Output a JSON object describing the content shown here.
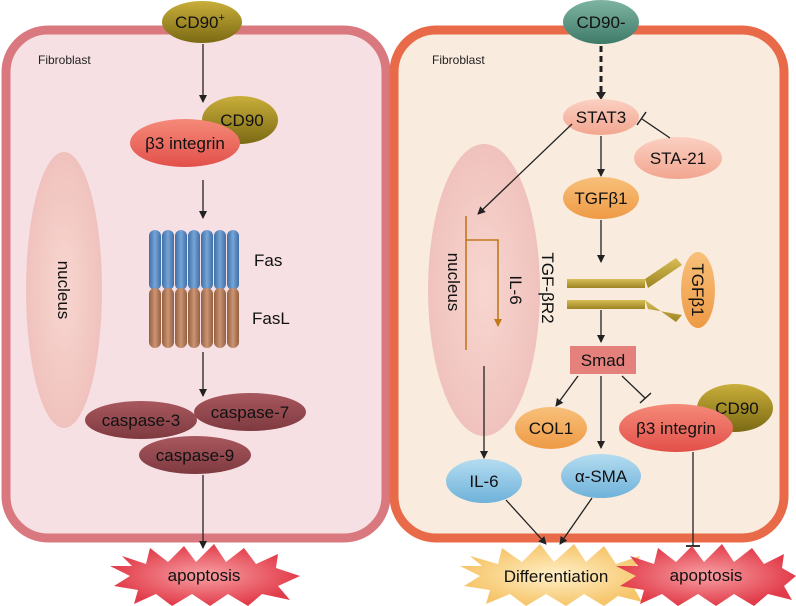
{
  "left_cell": {
    "membrane_label": "Fibroblast",
    "top_marker": "CD90",
    "top_marker_sup": "+",
    "cd90_receptor": "CD90",
    "integrin": "β3 integrin",
    "nucleus": "nucleus",
    "fas": "Fas",
    "fasl": "FasL",
    "caspase_3": "caspase-3",
    "caspase_7": "caspase-7",
    "caspase_9": "caspase-9",
    "outcome": "apoptosis"
  },
  "right_cell": {
    "membrane_label": "Fibroblast",
    "top_marker": "CD90-",
    "stat3": "STAT3",
    "inhibitor": "STA-21",
    "tgfb1": "TGFβ1",
    "receptor": "TGF-βR2",
    "ligand": "TGFβ1",
    "nucleus": "nucleus",
    "il6_gene": "IL-6",
    "smad": "Smad",
    "col1": "COL1",
    "asma": "α-SMA",
    "integrin": "β3 integrin",
    "cd90": "CD90",
    "il6": "IL-6",
    "differentiation": "Differentiation",
    "outcome": "apoptosis"
  },
  "colors": {
    "left_membrane": "#d98181",
    "left_fill": "#f5dde0",
    "right_membrane": "#ea7050",
    "right_fill": "#f9ebde",
    "cd90_gold": "#b19a26",
    "cd90_teal": "#5f9c8a",
    "integrin_red": "#ee6a58",
    "caspase": "#96484e",
    "fas_blue": "#5b8cc2",
    "fasl_brown": "#b47c5e",
    "starburst": "#e85560",
    "tgfb_orange": "#f4ae62",
    "smad": "#e4817c",
    "il6_blue": "#8ec6e4",
    "receptor_gold": "#c1a53a",
    "stat3_pink": "#f5b8a6",
    "nucleus_pink": "#f1c7c4",
    "il6_arrow": "#c2781c"
  }
}
